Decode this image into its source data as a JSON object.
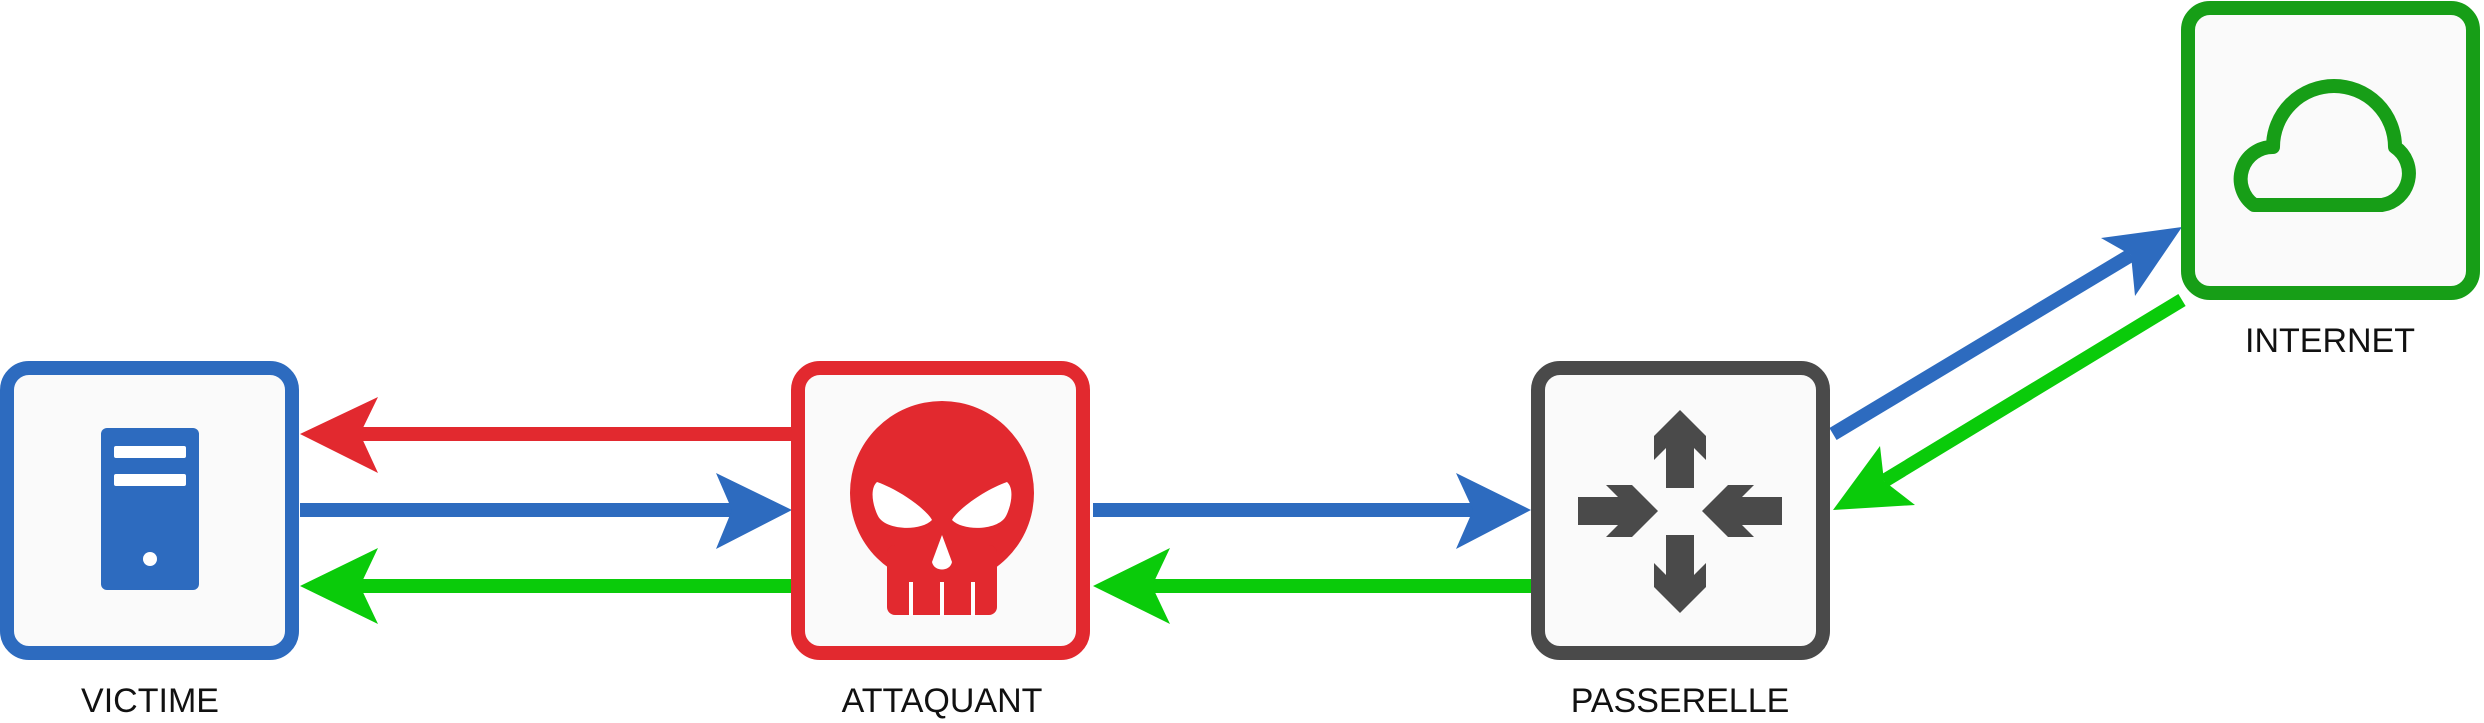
{
  "nodes": {
    "victime": {
      "label": "VICTIME",
      "color": "#2d6bbf",
      "icon": "server-icon"
    },
    "attaquant": {
      "label": "ATTAQUANT",
      "color": "#e2292f",
      "icon": "skull-icon"
    },
    "passerelle": {
      "label": "PASSERELLE",
      "color": "#4a4a4a",
      "icon": "router-icon"
    },
    "internet": {
      "label": "INTERNET",
      "color": "#179e17",
      "icon": "cloud-icon"
    }
  },
  "arrows": [
    {
      "from": "attaquant",
      "to": "victime",
      "color": "#e2292f"
    },
    {
      "from": "victime",
      "to": "attaquant",
      "color": "#2d6bbf"
    },
    {
      "from": "attaquant",
      "to": "victime",
      "color": "#0acb0a"
    },
    {
      "from": "attaquant",
      "to": "passerelle",
      "color": "#2d6bbf"
    },
    {
      "from": "passerelle",
      "to": "attaquant",
      "color": "#0acb0a"
    },
    {
      "from": "passerelle",
      "to": "internet",
      "color": "#2d6bbf"
    },
    {
      "from": "internet",
      "to": "passerelle",
      "color": "#0acb0a"
    }
  ]
}
